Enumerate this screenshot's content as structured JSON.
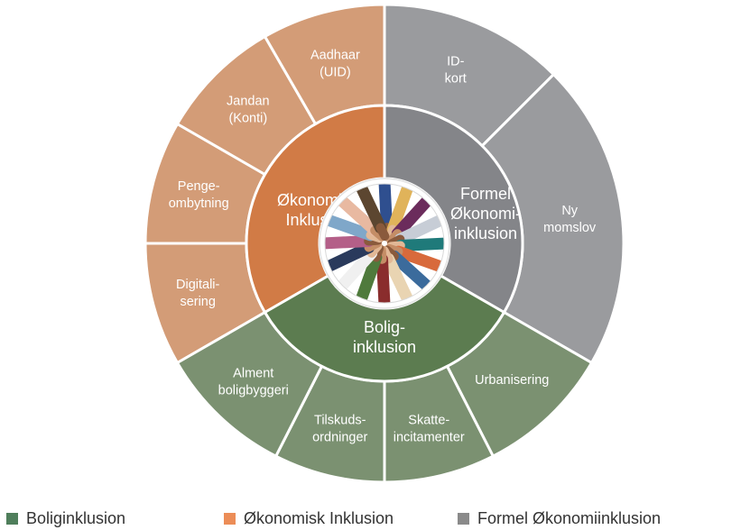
{
  "diagram": {
    "center_image_alt": "hands stacked together",
    "sectors": [
      {
        "key": "financial",
        "label_lines": [
          "Økonomisk",
          "Inklusion"
        ],
        "color": "#D17B46",
        "outer_color": "#D39C77",
        "segments": [
          {
            "label_lines": [
              "Digitali-",
              "sering"
            ]
          },
          {
            "label_lines": [
              "Penge-",
              "ombytning"
            ]
          },
          {
            "label_lines": [
              "Jandan",
              "(Konti)"
            ]
          },
          {
            "label_lines": [
              "Aadhaar",
              "(UID)"
            ]
          }
        ]
      },
      {
        "key": "formal",
        "label_lines": [
          "Formel",
          "Økonomi-",
          "inklusion"
        ],
        "color": "#848589",
        "outer_color": "#9A9B9E",
        "segments": [
          {
            "label_lines": [
              "ID-",
              "kort"
            ]
          },
          {
            "label_lines": [
              "Ny",
              "momslov"
            ]
          }
        ]
      },
      {
        "key": "housing",
        "label_lines": [
          "Bolig-",
          "inklusion"
        ],
        "color": "#5C7C50",
        "outer_color": "#7B9171",
        "segments": [
          {
            "label_lines": [
              "Urbanisering"
            ]
          },
          {
            "label_lines": [
              "Skatte-",
              "incitamenter"
            ]
          },
          {
            "label_lines": [
              "Tilskuds-",
              "ordninger"
            ]
          },
          {
            "label_lines": [
              "Alment",
              "boligbyggeri"
            ]
          }
        ]
      }
    ]
  },
  "legend": [
    {
      "label": "Boliginklusion",
      "color": "#4F7E5B"
    },
    {
      "label": "Økonomisk Inklusion",
      "color": "#EC8D57"
    },
    {
      "label": "Formel Økonomiinklusion",
      "color": "#8A8A8A"
    }
  ]
}
